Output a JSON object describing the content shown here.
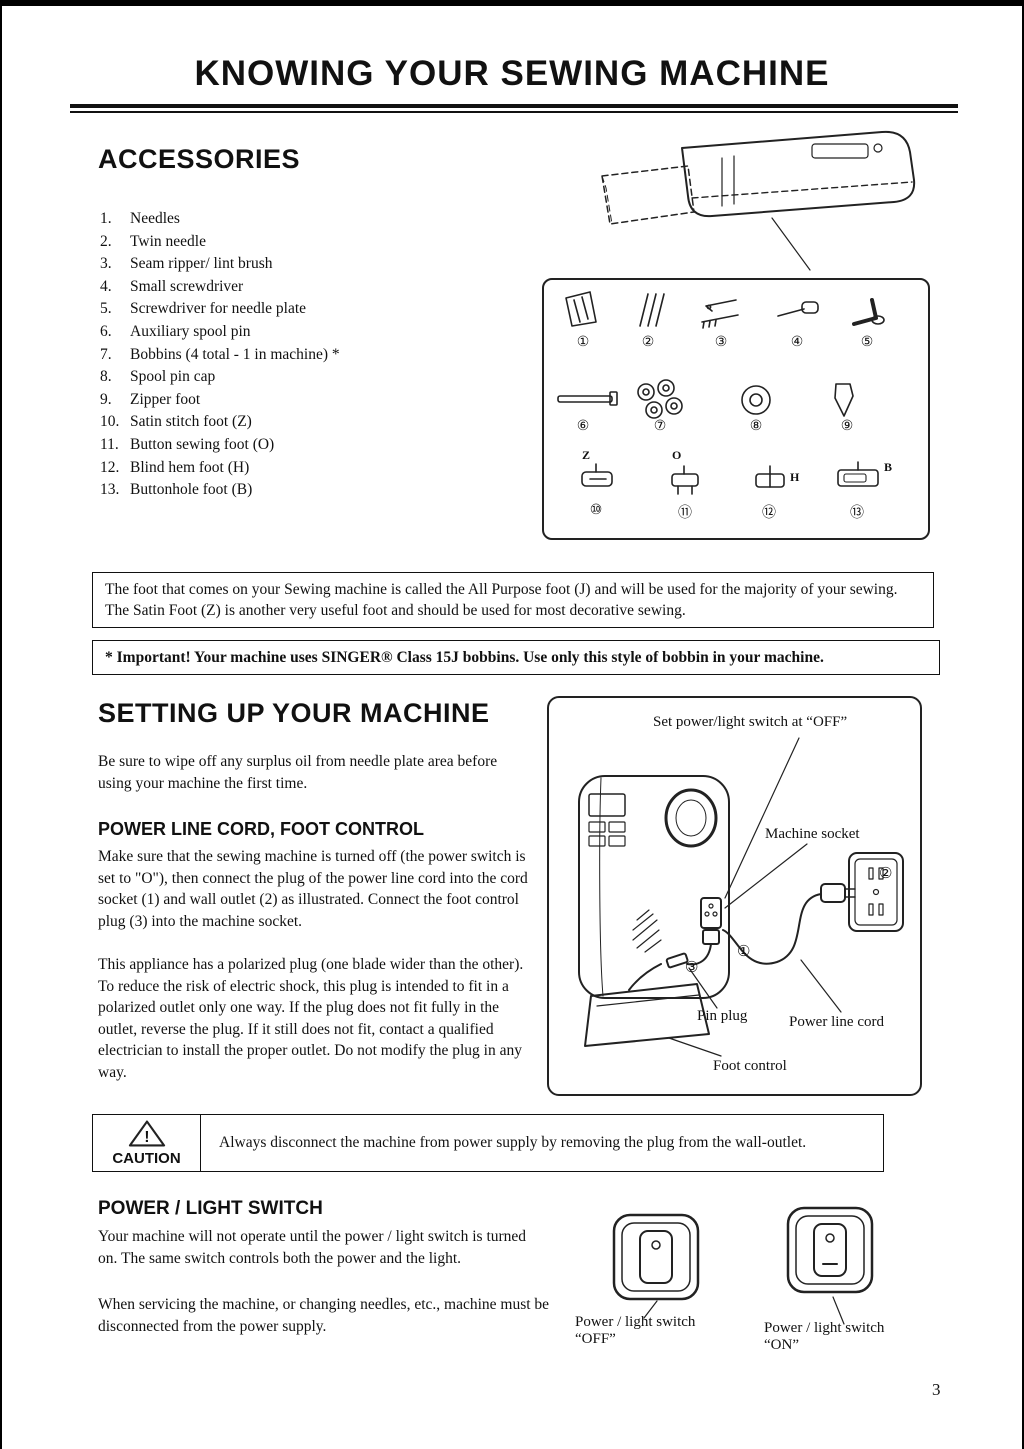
{
  "page": {
    "title": "KNOWING YOUR SEWING MACHINE",
    "number": "3"
  },
  "accessories": {
    "heading": "ACCESSORIES",
    "items": [
      {
        "num": "1.",
        "label": "Needles"
      },
      {
        "num": "2.",
        "label": "Twin needle"
      },
      {
        "num": "3.",
        "label": "Seam ripper/ lint brush"
      },
      {
        "num": "4.",
        "label": "Small screwdriver"
      },
      {
        "num": "5.",
        "label": "Screwdriver for needle plate"
      },
      {
        "num": "6.",
        "label": "Auxiliary spool pin"
      },
      {
        "num": "7.",
        "label": "Bobbins (4 total - 1 in machine) *"
      },
      {
        "num": "8.",
        "label": "Spool pin cap"
      },
      {
        "num": "9.",
        "label": "Zipper foot"
      },
      {
        "num": "10.",
        "label": "Satin stitch foot (Z)"
      },
      {
        "num": "11.",
        "label": "Button sewing foot (O)"
      },
      {
        "num": "12.",
        "label": "Blind hem foot (H)"
      },
      {
        "num": "13.",
        "label": "Buttonhole foot (B)"
      }
    ],
    "box_badges": [
      "①",
      "②",
      "③",
      "④",
      "⑤",
      "⑥",
      "⑦",
      "⑧",
      "⑨",
      "⑩",
      "⑪",
      "⑫",
      "⑬"
    ],
    "foot_letters": {
      "z": "Z",
      "o": "O",
      "h": "H",
      "b": "B"
    }
  },
  "notes": {
    "all_purpose": "The foot that comes on your Sewing machine is called the All Purpose foot (J) and will be used for the majority of your sewing.  The Satin Foot (Z) is another very useful foot and should be used for most decorative sewing.",
    "important": "* Important!  Your machine uses SINGER® Class 15J bobbins.  Use only this style of bobbin in your machine."
  },
  "setup": {
    "heading": "SETTING UP YOUR MACHINE",
    "intro": "Be sure to wipe off any surplus oil from needle plate area before using your machine the first time.",
    "power_cord": {
      "heading": "POWER LINE CORD, FOOT CONTROL",
      "para1": "Make sure that the sewing machine is turned off (the power switch is set to \"O\"), then connect the plug of the power line cord into the cord socket (1) and wall outlet (2) as illustrated. Connect the foot control plug (3) into the machine socket.",
      "para2": "This appliance has a polarized plug (one blade wider than the other). To reduce the risk of electric shock, this plug is intended to fit in a polarized outlet only one way. If the plug does not fit fully in the outlet, reverse the plug. If it still does not fit, contact a qualified electrician to install the proper outlet. Do not modify the plug in any way."
    },
    "illustration": {
      "label_switch_off": "Set power/light switch at “OFF”",
      "label_machine_socket": "Machine socket",
      "label_pin_plug": "Pin plug",
      "label_power_line_cord": "Power line cord",
      "label_foot_control": "Foot control",
      "badge1": "①",
      "badge2": "②",
      "badge3": "③"
    }
  },
  "caution": {
    "label": "CAUTION",
    "icon_mark": "!",
    "text": "Always disconnect the machine from power supply by removing the plug from the wall-outlet."
  },
  "power_light": {
    "heading": "POWER / LIGHT SWITCH",
    "para1": "Your machine will not operate until the power / light switch is turned on. The same switch controls both the power and the light.",
    "para2": "When servicing the machine, or changing needles, etc., machine must be disconnected from the power supply.",
    "label_off_line1": "Power / light switch",
    "label_off_line2": "“OFF”",
    "label_on_line1": "Power / light switch",
    "label_on_line2": "“ON”"
  }
}
